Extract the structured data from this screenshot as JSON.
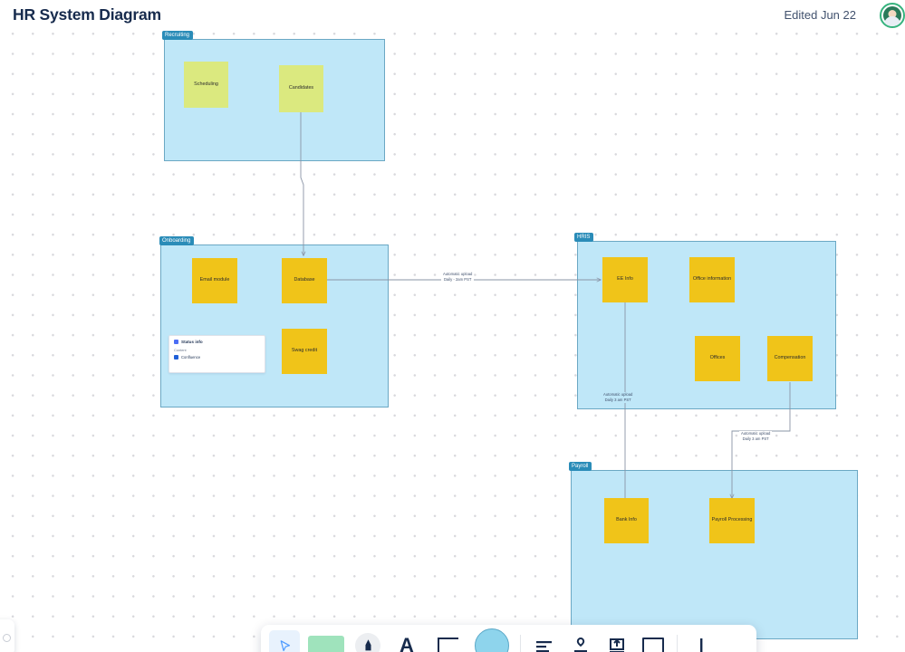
{
  "header": {
    "title": "HR System Diagram",
    "edited": "Edited Jun 22",
    "avatar_name": "user-avatar"
  },
  "containers": [
    {
      "id": "recruiting",
      "label": "Recruiting"
    },
    {
      "id": "onboarding",
      "label": "Onboarding"
    },
    {
      "id": "hris",
      "label": "HRIS"
    },
    {
      "id": "payroll",
      "label": "Payroll"
    }
  ],
  "notes": {
    "scheduling": "Scheduling",
    "candidates": "Candidates",
    "email_module": "Email module",
    "database": "Database",
    "swag_credit": "Swag credit",
    "ee_info": "EE Info",
    "office_information": "Office information",
    "offices": "Offices",
    "compensation": "Compensation",
    "bank_info": "Bank Info",
    "payroll_processing": "Payroll Processing"
  },
  "status_card": {
    "title": "Status info",
    "subtitle": "Content",
    "link": "Confluence",
    "icon": "page-icon",
    "link_icon": "confluence-icon"
  },
  "edge_labels": {
    "e1_line1": "Automatic upload",
    "e1_line2": "Daily - 2am PST",
    "e2_line1": "Automatic upload",
    "e2_line2": "Daily 3 am PST",
    "e3_line1": "Automatic upload",
    "e3_line2": "Daily 3 am PST"
  },
  "toolbar": {
    "items": [
      {
        "name": "select-tool",
        "icon": "cursor-icon",
        "active": true
      },
      {
        "name": "shape-color-swatch",
        "icon": "green-rectangle-icon",
        "active": false
      },
      {
        "name": "pen-tool",
        "icon": "marker-pen-icon",
        "active": false
      },
      {
        "name": "text-tool",
        "icon": "text-a-icon",
        "label": "A",
        "active": false
      },
      {
        "name": "frame-tool",
        "icon": "frame-icon",
        "active": false
      },
      {
        "name": "circle-shape-tool",
        "icon": "circle-icon",
        "active": false
      },
      {
        "name": "align-tool",
        "icon": "align-lines-icon",
        "active": false
      },
      {
        "name": "stamp-tool",
        "icon": "stamp-icon",
        "active": false
      },
      {
        "name": "upload-tool",
        "icon": "upload-icon",
        "active": false
      },
      {
        "name": "card-tool",
        "icon": "card-icon",
        "active": false
      },
      {
        "name": "more-tool",
        "icon": "more-icon",
        "active": false
      }
    ]
  },
  "colors": {
    "container_fill": "#bfe7f8",
    "container_border": "#6ba8c4",
    "tag_bg": "#2a8cb8",
    "note_green": "#dbe97f",
    "note_yellow": "#f0c419",
    "edge": "#8a94a6",
    "accent_ring": "#36b37e"
  }
}
